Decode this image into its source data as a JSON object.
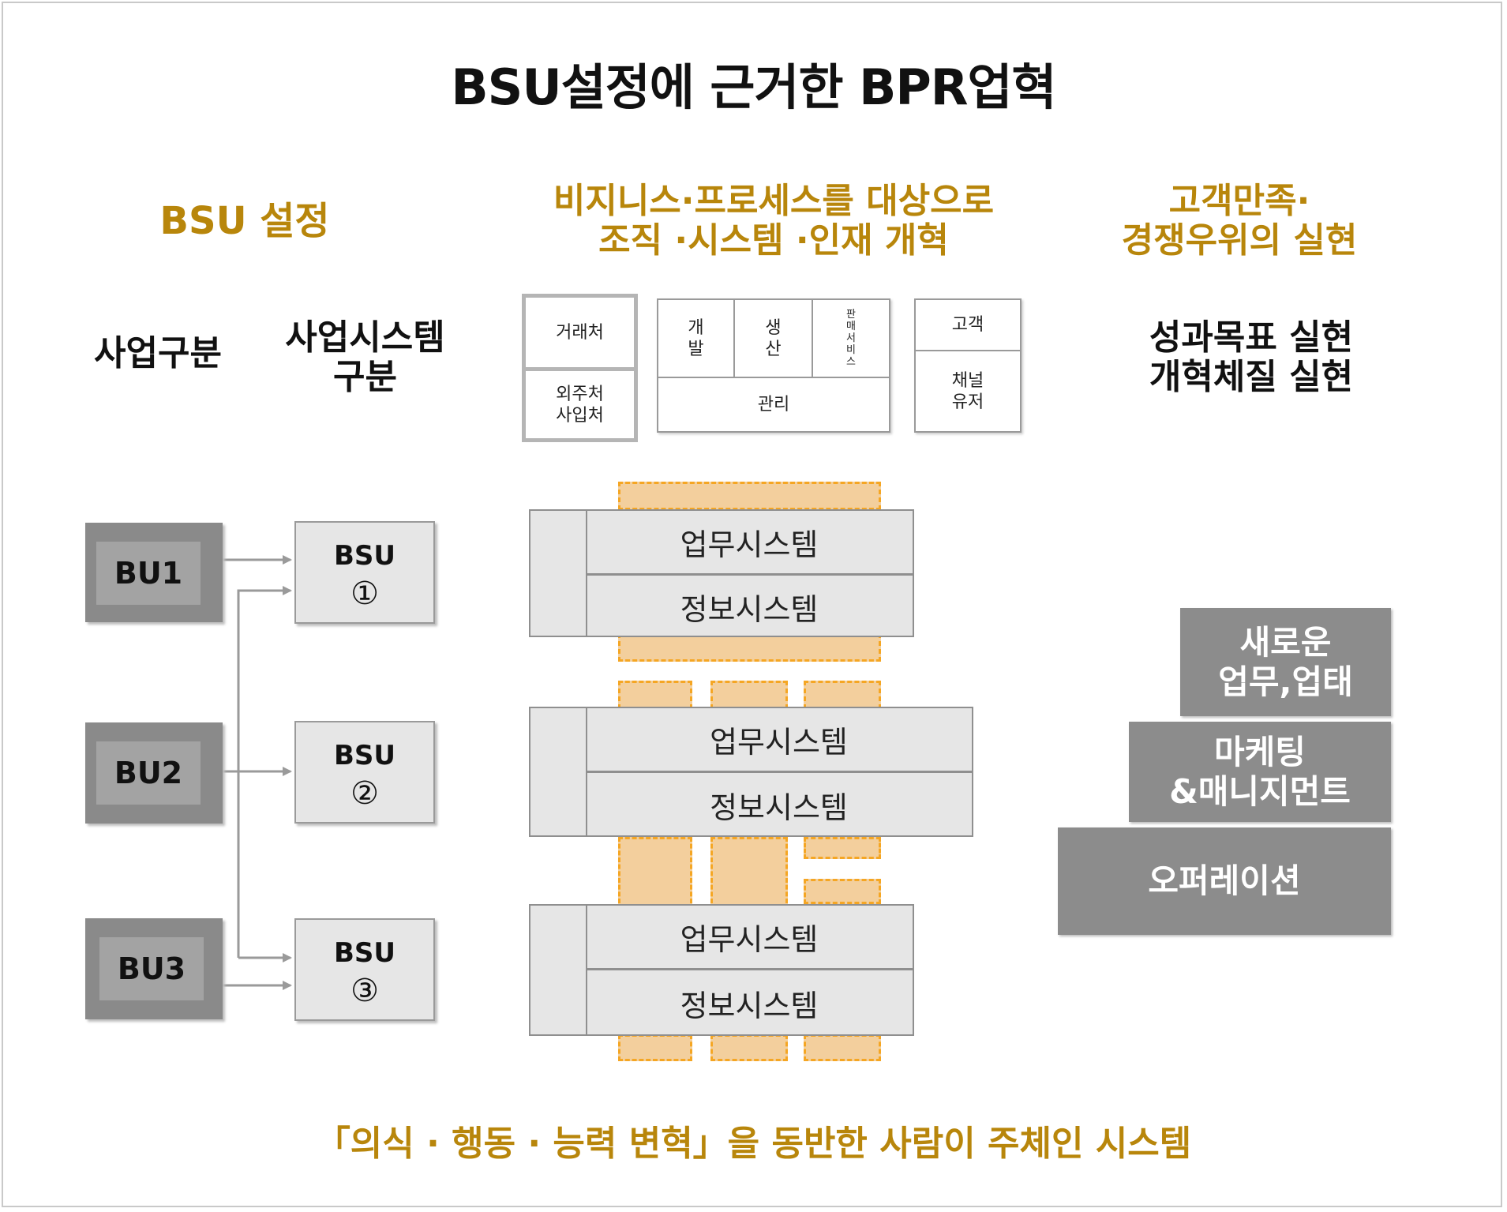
{
  "title": "BSU설정에 근거한 BPR업혁",
  "col1": {
    "heading": "BSU 설정",
    "label_business": "사업구분",
    "label_system_1": "사업시스템",
    "label_system_2": "구분"
  },
  "col2": {
    "heading_1": "비지니스·프로세스를 대상으로",
    "heading_2": "조직 ·시스템 ·인재 개혁"
  },
  "col3": {
    "heading_1": "고객만족·",
    "heading_2": "경쟁우위의 실현",
    "goal_1": "성과목표 실현",
    "goal_2": "개혁체질 실현"
  },
  "business_units": [
    "BU1",
    "BU2",
    "BU3"
  ],
  "bsus": [
    {
      "label": "BSU",
      "number": "①"
    },
    {
      "label": "BSU",
      "number": "②"
    },
    {
      "label": "BSU",
      "number": "③"
    }
  ],
  "partners": {
    "supplier": "거래처",
    "outsource_1": "외주처",
    "outsource_2": "사입처"
  },
  "functions": {
    "dev_1": "개",
    "dev_2": "발",
    "prod_1": "생",
    "prod_2": "산",
    "sales": [
      "판",
      "매",
      "서",
      "비",
      "스"
    ],
    "mgmt": "관리"
  },
  "customers": {
    "customer": "고객",
    "channel_1": "채널",
    "channel_2": "유저"
  },
  "systems": [
    {
      "business": "업무시스템",
      "information": "정보시스템"
    },
    {
      "business": "업무시스템",
      "information": "정보시스템"
    },
    {
      "business": "업무시스템",
      "information": "정보시스템"
    }
  ],
  "stairs": {
    "top_1": "새로운",
    "top_2": "업무,업태",
    "mid_1": "마케팅",
    "mid_2": "&매니지먼트",
    "base": "오퍼레이션"
  },
  "footer": "「의식 · 행동 · 능력 변혁」을 동반한 사람이 주체인 시스템",
  "colors": {
    "gold": "#b8860b",
    "orange_fill": "#f3cf9d",
    "orange_dash": "#f5a623",
    "dark_gray": "#8a8a8a",
    "light_gray": "#e6e6e6"
  }
}
